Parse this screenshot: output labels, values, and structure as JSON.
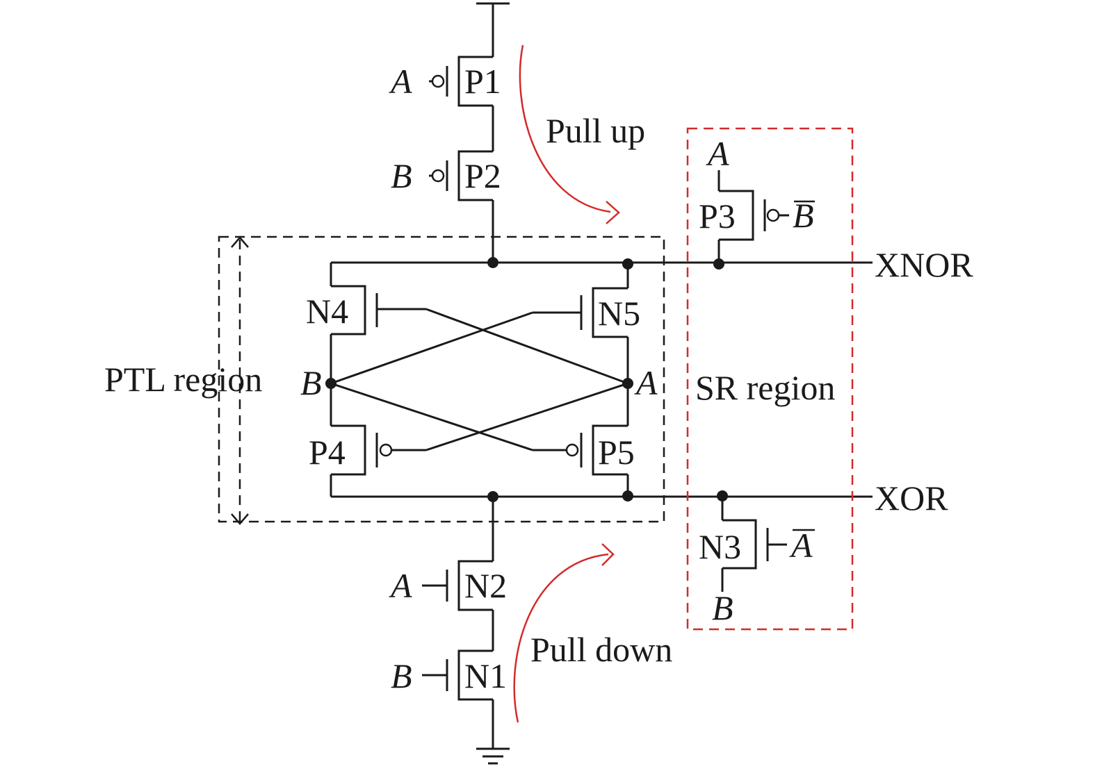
{
  "diagram": {
    "transistors": {
      "p1": "P1",
      "p2": "P2",
      "p3": "P3",
      "p4": "P4",
      "p5": "P5",
      "n1": "N1",
      "n2": "N2",
      "n3": "N3",
      "n4": "N4",
      "n5": "N5"
    },
    "inputs": {
      "p1_gate": "A",
      "p2_gate": "B",
      "n2_gate": "A",
      "n1_gate": "B",
      "p3_source": "A",
      "p3_gate": "B",
      "n3_source": "B",
      "n3_gate": "A",
      "node_left": "B",
      "node_right": "A"
    },
    "outputs": {
      "xnor": "XNOR",
      "xor": "XOR"
    },
    "annotations": {
      "pull_up": "Pull up",
      "pull_down": "Pull down",
      "ptl_region": "PTL region",
      "sr_region": "SR region"
    },
    "colors": {
      "wire": "#1a1a1a",
      "highlight": "#d42a2a"
    }
  }
}
